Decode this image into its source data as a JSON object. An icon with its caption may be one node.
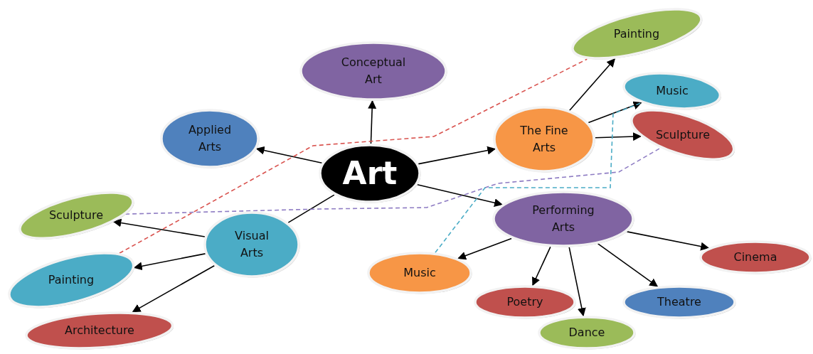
{
  "diagram": {
    "nodes": [
      {
        "text": [
          "Painting"
        ]
      },
      {
        "text": [
          "Conceptual Art"
        ]
      },
      {
        "text": [
          "Music"
        ]
      },
      {
        "text": [
          "Applied Arts"
        ]
      },
      {
        "text": [
          "The Fine Arts"
        ]
      },
      {
        "text": [
          "Sculpture"
        ]
      },
      {
        "text": [
          "Art"
        ]
      },
      {
        "text": [
          "Sculpture"
        ]
      },
      {
        "text": [
          "Performing Arts"
        ]
      },
      {
        "text": [
          "Visual Arts"
        ]
      },
      {
        "text": [
          "Music"
        ]
      },
      {
        "text": [
          "Painting"
        ]
      },
      {
        "text": [
          "Cinema"
        ]
      },
      {
        "text": [
          "Poetry"
        ]
      },
      {
        "text": [
          "Theatre"
        ]
      },
      {
        "text": [
          "Architecture"
        ]
      },
      {
        "text": [
          "Dance"
        ]
      }
    ],
    "edges": [
      {
        "from": 6,
        "to": 1,
        "arrow": "to"
      },
      {
        "from": 6,
        "to": 3,
        "arrow": "to"
      },
      {
        "from": 6,
        "to": 4,
        "arrow": "to"
      },
      {
        "from": 6,
        "to": 8,
        "arrow": "to"
      },
      {
        "from": 6,
        "to": 9,
        "arrow": "none"
      },
      {
        "from": 4,
        "to": 0,
        "arrow": "to"
      },
      {
        "from": 4,
        "to": 2,
        "arrow": "to"
      },
      {
        "from": 4,
        "to": 5,
        "arrow": "to"
      },
      {
        "from": 9,
        "to": 7,
        "arrow": "to"
      },
      {
        "from": 9,
        "to": 11,
        "arrow": "to"
      },
      {
        "from": 9,
        "to": 15,
        "arrow": "to"
      },
      {
        "from": 8,
        "to": 10,
        "arrow": "to"
      },
      {
        "from": 8,
        "to": 13,
        "arrow": "to"
      },
      {
        "from": 8,
        "to": 16,
        "arrow": "to"
      },
      {
        "from": 8,
        "to": 14,
        "arrow": "to"
      },
      {
        "from": 8,
        "to": 12,
        "arrow": "to"
      },
      {
        "from": 7,
        "to": 5,
        "arrow": "none",
        "style": "dashed",
        "color": "#8e7cc3"
      },
      {
        "from": 11,
        "to": 0,
        "arrow": "none",
        "style": "dashed",
        "color": "#d9534f"
      },
      {
        "from": 10,
        "to": 2,
        "arrow": "none",
        "style": "dashed",
        "color": "#4bacc6"
      }
    ]
  }
}
